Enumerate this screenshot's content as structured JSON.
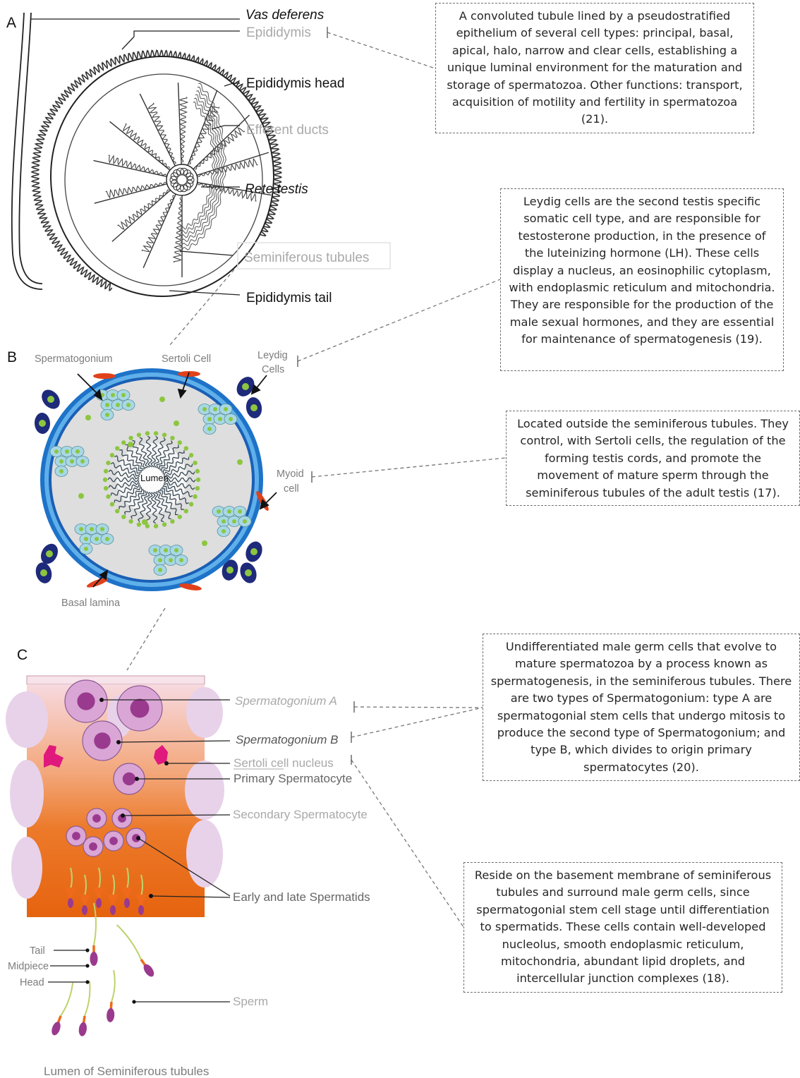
{
  "panels": {
    "a": "A",
    "b": "B",
    "c": "C"
  },
  "panel_a": {
    "vas_deferens": "Vas deferens",
    "epididymis": "Epididymis",
    "epididymis_head": "Epididymis head",
    "efferent_ducts": "Efferent ducts",
    "rete_testis": "Rete testis",
    "seminiferous_tubules": "Seminiferous tubules",
    "epididymis_tail": "Epididymis tail"
  },
  "panel_b": {
    "spermatogonium": "Spermatogonium",
    "sertoli_cell": "Sertoli Cell",
    "leydig_line1": "Leydig",
    "leydig_line2": "Cells",
    "myoid_line1": "Myoid",
    "myoid_line2": "cell",
    "lumen": "Lumen",
    "basal_lamina": "Basal lamina"
  },
  "panel_c": {
    "spermatogonium_a": "Spermatogonium A",
    "spermatogonium_b": "Spermatogonium B",
    "sertoli_nucleus": "Sertoli cell nucleus",
    "primary_spermatocyte": "Primary Spermatocyte",
    "secondary_spermatocyte": "Secondary Spermatocyte",
    "spermatids": "Early and late Spermatids",
    "tail": "Tail",
    "midpiece": "Midpiece",
    "head": "Head",
    "sperm": "Sperm",
    "lumen_tubules": "Lumen of Seminiferous tubules"
  },
  "descriptions": {
    "epididymis": "A convoluted tubule lined by a pseudostratified epithelium of several cell types: principal, basal, apical, halo, narrow and clear cells, establishing a unique luminal environment for the maturation and storage of spermatozoa. Other functions: transport, acquisition of motility and fertility in spermatozoa (21).",
    "leydig": "Leydig cells are the second testis specific somatic cell type, and are responsible for testosterone production, in the presence of the luteinizing hormone (LH). These cells display a nucleus, an eosinophilic cytoplasm, with endoplasmic reticulum and mitochondria. They are responsible for the production of the male sexual hormones, and they are essential for maintenance of spermatogenesis (19).",
    "myoid": "Located outside the seminiferous tubules. They control, with Sertoli cells, the regulation of the forming testis cords, and promote the movement of mature sperm through the seminiferous tubules of the adult testis (17).",
    "spermatogonium": "Undifferentiated male germ cells that evolve to mature spermatozoa by a process known as spermatogenesis, in the seminiferous tubules. There are two types of Spermatogonium: type A are spermatogonial stem cells that undergo mitosis to produce the second type of Spermatogonium; and type B, which divides to origin primary spermatocytes (20).",
    "sertoli": "Reside on the basement membrane of seminiferous tubules and surround male germ cells, since spermatogonial stem cell stage until differentiation to spermatids. These cells contain well-developed nucleolus, smooth endoplasmic reticulum, mitochondria, abundant lipid droplets, and intercellular junction complexes (18)."
  },
  "colors": {
    "tubule_ring": "#1e73c8",
    "leydig": "#1e2a7a",
    "germ_cell": "#9a3a8e",
    "sertoli_nucleus": "#e0197c",
    "orange_epithelium": "#ea6a17",
    "spermatogonium_fill": "#a7d8e4",
    "nucleus_green": "#8cc63f"
  }
}
